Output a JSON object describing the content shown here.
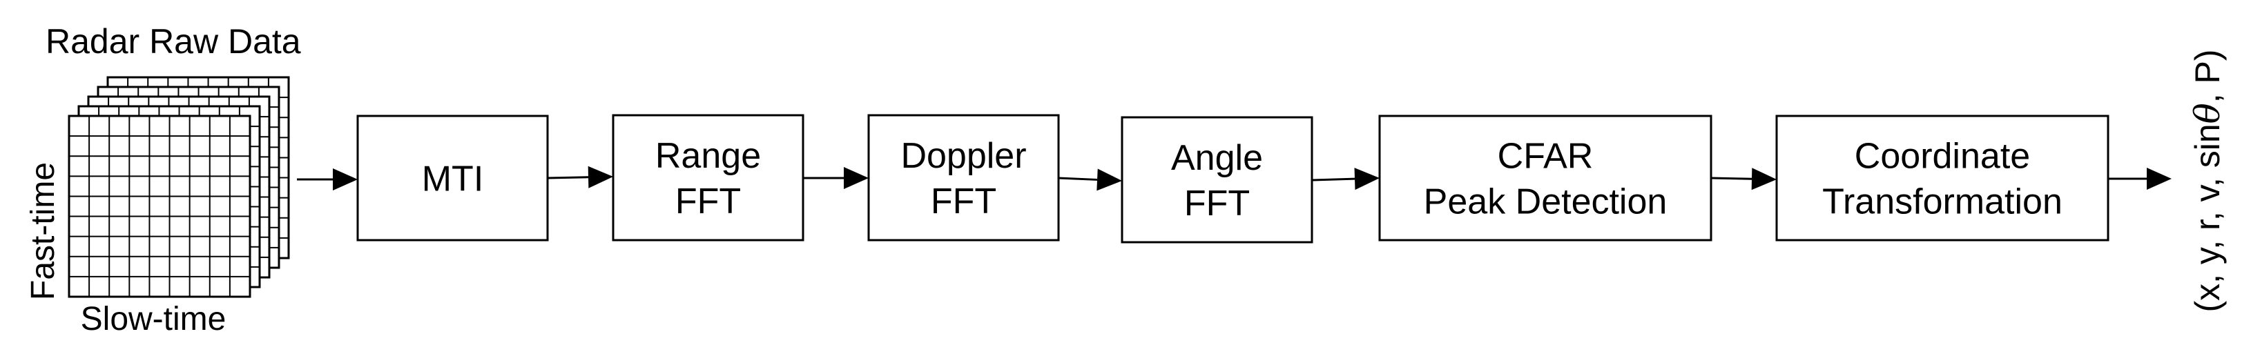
{
  "input": {
    "title": "Radar Raw Data",
    "axis_vertical": "Fast-time",
    "axis_horizontal": "Slow-time"
  },
  "blocks": [
    {
      "id": "mti",
      "lines": [
        "MTI"
      ]
    },
    {
      "id": "range-fft",
      "lines": [
        "Range",
        "FFT"
      ]
    },
    {
      "id": "doppler-fft",
      "lines": [
        "Doppler",
        "FFT"
      ]
    },
    {
      "id": "angle-fft",
      "lines": [
        "Angle",
        "FFT"
      ]
    },
    {
      "id": "cfar-peak-detection",
      "lines": [
        "CFAR",
        "Peak Detection"
      ]
    },
    {
      "id": "coordinate-transformation",
      "lines": [
        "Coordinate",
        "Transformation"
      ]
    }
  ],
  "output": {
    "text_prefix": "(x, y, r, v, sin",
    "theta": "θ",
    "text_suffix": ", P)"
  }
}
